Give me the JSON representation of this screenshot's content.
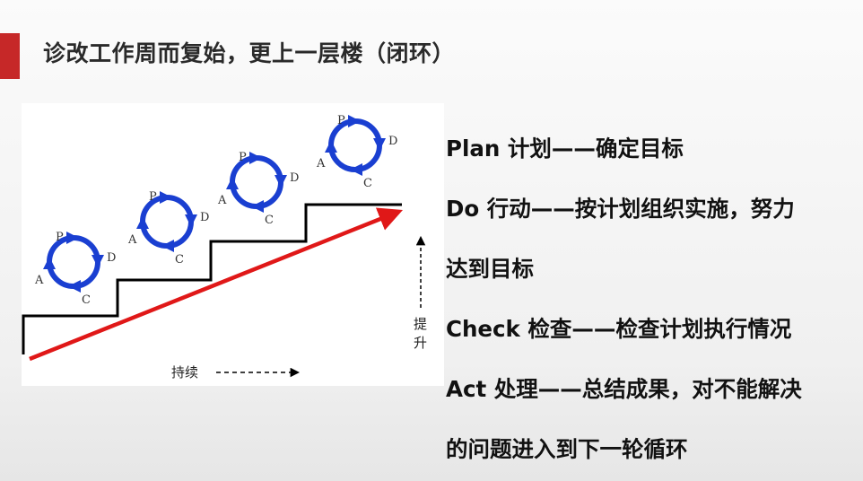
{
  "slide": {
    "title": "诊改工作周而复始，更上一层楼（闭环）"
  },
  "diagram": {
    "cycles": [
      {
        "p": "P",
        "d": "D",
        "c": "C",
        "a": "A"
      },
      {
        "p": "P",
        "d": "D",
        "c": "C",
        "a": "A"
      },
      {
        "p": "P",
        "d": "D",
        "c": "C",
        "a": "A"
      },
      {
        "p": "P",
        "d": "D",
        "c": "C",
        "a": "A"
      }
    ],
    "continue_label": "持续",
    "raise_label_top": "提",
    "raise_label_bottom": "升",
    "colors": {
      "cycle": "#1a3fd1",
      "trend_arrow": "#e01818",
      "staircase": "#000000"
    }
  },
  "pdca_text": [
    "Plan  计划——确定目标",
    "Do 行动——按计划组织实施，努力",
    "达到目标",
    "Check 检查——检查计划执行情况",
    "Act 处理——总结成果，对不能解决",
    "的问题进入到下一轮循环"
  ]
}
